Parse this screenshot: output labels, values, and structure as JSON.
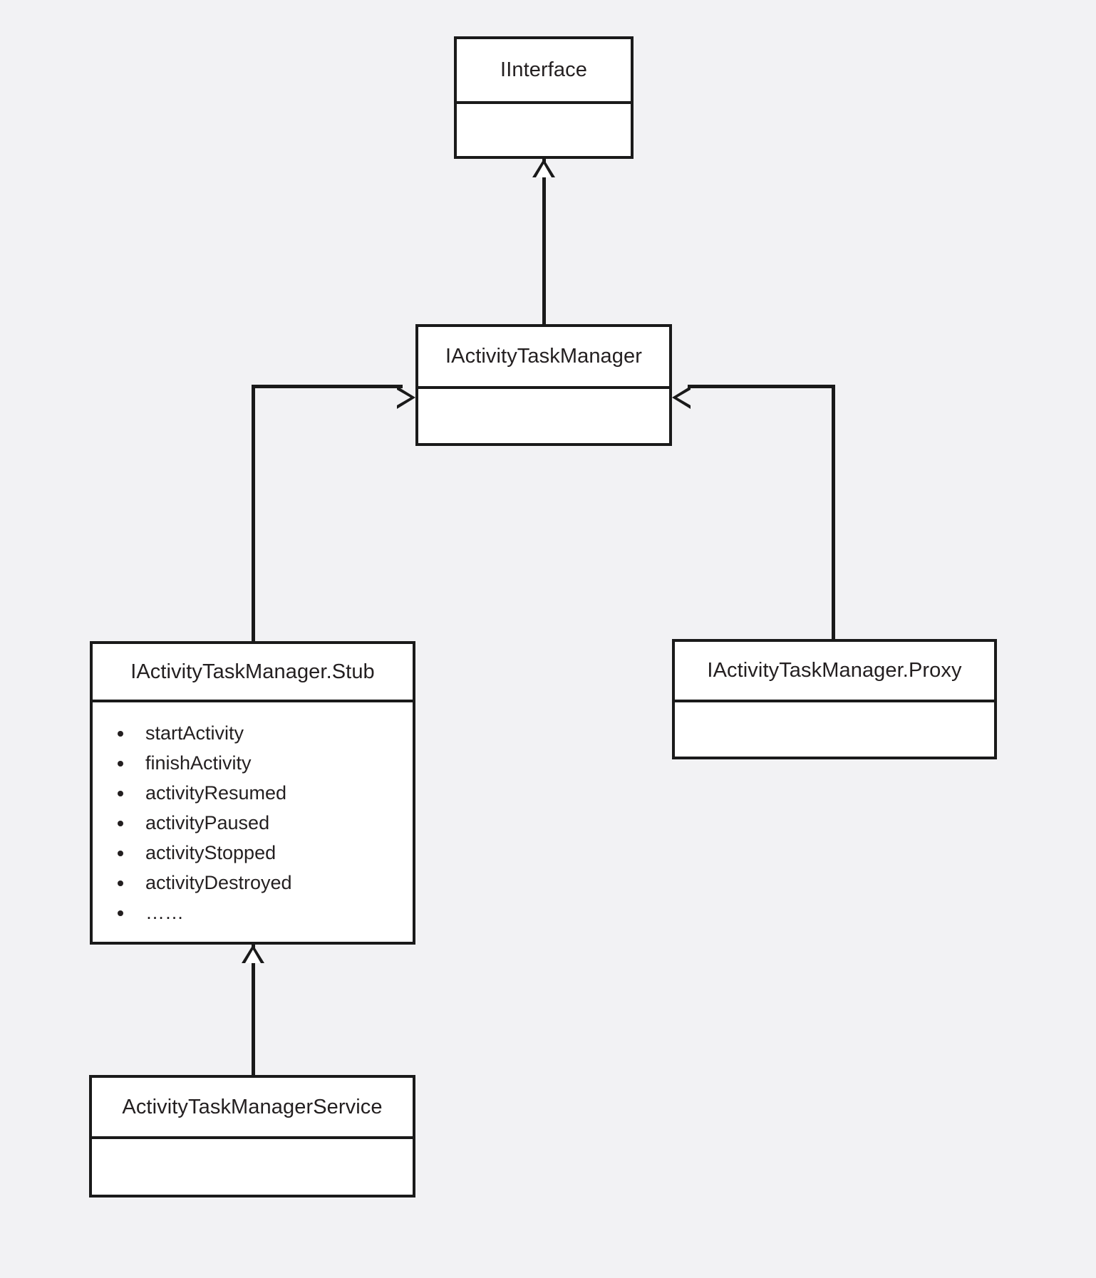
{
  "diagram": {
    "type": "uml-class-diagram",
    "background_color": "#f2f2f4",
    "line_color": "#1a1a1a",
    "box_fill_color": "#ffffff",
    "classes": [
      {
        "id": "iinterface",
        "name": "IInterface",
        "members": []
      },
      {
        "id": "iactivitytaskmanager",
        "name": "IActivityTaskManager",
        "members": []
      },
      {
        "id": "stub",
        "name": "IActivityTaskManager.Stub",
        "members": [
          "startActivity",
          "finishActivity",
          "activityResumed",
          "activityPaused",
          "activityStopped",
          "activityDestroyed",
          "……"
        ]
      },
      {
        "id": "proxy",
        "name": "IActivityTaskManager.Proxy",
        "members": []
      },
      {
        "id": "service",
        "name": "ActivityTaskManagerService",
        "members": []
      }
    ],
    "relationships": [
      {
        "from": "iactivitytaskmanager",
        "to": "iinterface",
        "kind": "generalization"
      },
      {
        "from": "stub",
        "to": "iactivitytaskmanager",
        "kind": "generalization"
      },
      {
        "from": "proxy",
        "to": "iactivitytaskmanager",
        "kind": "generalization"
      },
      {
        "from": "service",
        "to": "stub",
        "kind": "generalization"
      }
    ]
  }
}
